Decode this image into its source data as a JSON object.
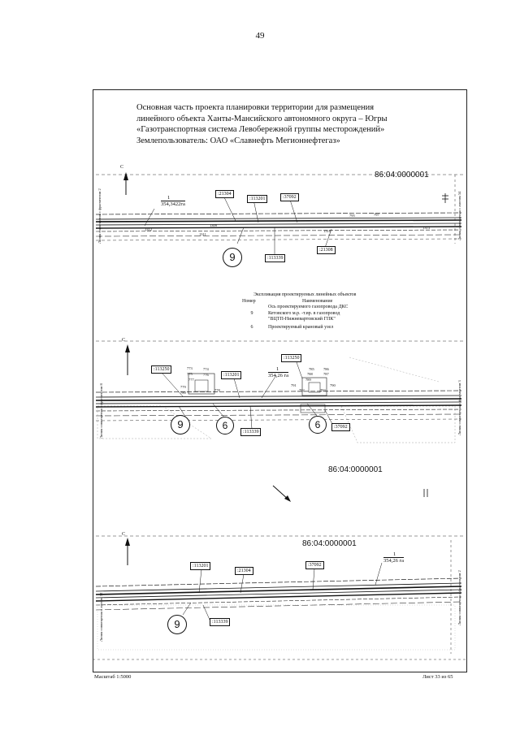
{
  "page_number": "49",
  "title_lines": [
    "Основная часть проекта планировки территории для размещения",
    "линейного объекта Ханты-Мансийского автономного округа – Югры",
    "«Газотранспортная система Левобережной группы месторождений»",
    "Землепользователь: ОАО «Славнефть Мегионнефтегаз»"
  ],
  "cadastral": {
    "fragment1": "86:04:0000001",
    "fragment2": "86:04:0000001",
    "fragment3": "86:04:0000001"
  },
  "fragment1": {
    "area_num": "1",
    "area_val": "354,3422га",
    "parcels": [
      ":21304",
      ":113201",
      ":37092",
      ":21308",
      ":113339"
    ],
    "circle": "9",
    "side_left": "Линия совмещения с фрагментом 2",
    "side_right": "Линия совмещения с листом 34",
    "point_labels": [
      "795",
      "797",
      "1309",
      "1311",
      "1310",
      "1312",
      "1313"
    ]
  },
  "legend": {
    "title": "Экспликация проектируемых линейных объектов",
    "col_number": "Номер",
    "col_name": "Наименование",
    "rows": [
      {
        "num": "",
        "name": "Ось проектируемого газопровода ДКС"
      },
      {
        "num": "9",
        "name": "Кетовского м.р. -т.вр. в газопровод"
      },
      {
        "num": "",
        "name": "\"ВЦТП-Нижневартовский ГПК\""
      },
      {
        "num": "6",
        "name": "Проектируемый крановый узел"
      }
    ]
  },
  "fragment2": {
    "area_num": "1",
    "area_val": "354,26 га",
    "parcels": [
      ":113250",
      ":113201",
      ":113250",
      ":113339",
      ":37092"
    ],
    "circles": [
      "9",
      "6",
      "6"
    ],
    "side_left": "Линия совмещения с фрагментом 8",
    "side_right": "Линия совмещения с фрагментом 3",
    "point_labels": [
      "773",
      "774",
      "775",
      "776",
      "777",
      "778",
      "779",
      "780",
      "785",
      "786",
      "787",
      "788",
      "789",
      "790",
      "791",
      "792",
      "793"
    ]
  },
  "fragment3": {
    "area_num": "1",
    "area_val": "354,26 га",
    "parcels": [
      ":113201",
      ":21304",
      ":37092",
      ":113339"
    ],
    "circle": "9",
    "side_left": "Линия совмещения с листом 32",
    "side_right": "Линия совмещения с фрагментом 2"
  },
  "north_label": "С",
  "footer": {
    "scale": "Масштаб 1:5000",
    "sheet": "Лист 33 из 65"
  }
}
